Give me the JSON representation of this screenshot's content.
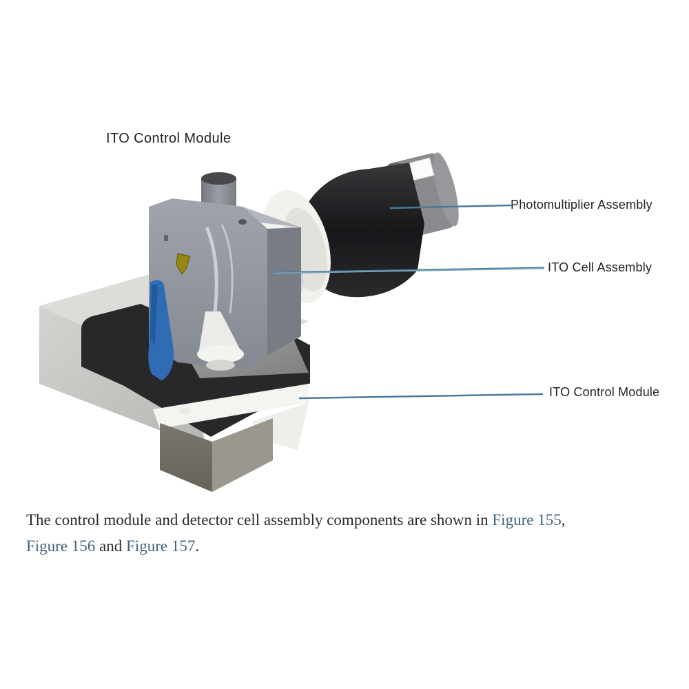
{
  "figure": {
    "top_label": "ITO Control Module",
    "callouts": [
      {
        "label": "Photomultiplier Assembly"
      },
      {
        "label": "ITO Cell Assembly"
      },
      {
        "label": "ITO Control Module"
      }
    ]
  },
  "body": {
    "sentence_prefix": "The control module and detector cell assembly components are shown in ",
    "figure_ref_1": "Figure 155",
    "separator_1": ",",
    "figure_ref_2": "Figure 156",
    "separator_2": " and ",
    "figure_ref_3": "Figure 157",
    "sentence_end": "."
  },
  "colors": {
    "leader_line": "#4c7a99",
    "leader_line_light": "#78a3ba",
    "figure_link": "#41617f",
    "body_text": "#2b2b2e",
    "callout_text": "#222326"
  }
}
